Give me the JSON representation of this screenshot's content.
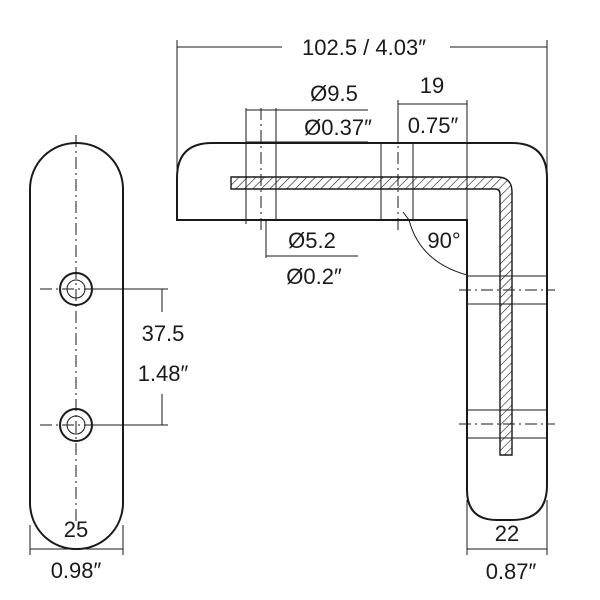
{
  "dimensions": {
    "overall_length": "102.5 / 4.03″",
    "large_hole_mm": "Ø9.5",
    "large_hole_in": "Ø0.37″",
    "depth_mm": "19",
    "depth_in": "0.75″",
    "small_hole_mm": "Ø5.2",
    "small_hole_in": "Ø0.2″",
    "angle": "90°",
    "hole_spacing_mm": "37.5",
    "hole_spacing_in": "1.48″",
    "width_mm": "25",
    "width_in": "0.98″",
    "leg_width_mm": "22",
    "leg_width_in": "0.87″"
  }
}
